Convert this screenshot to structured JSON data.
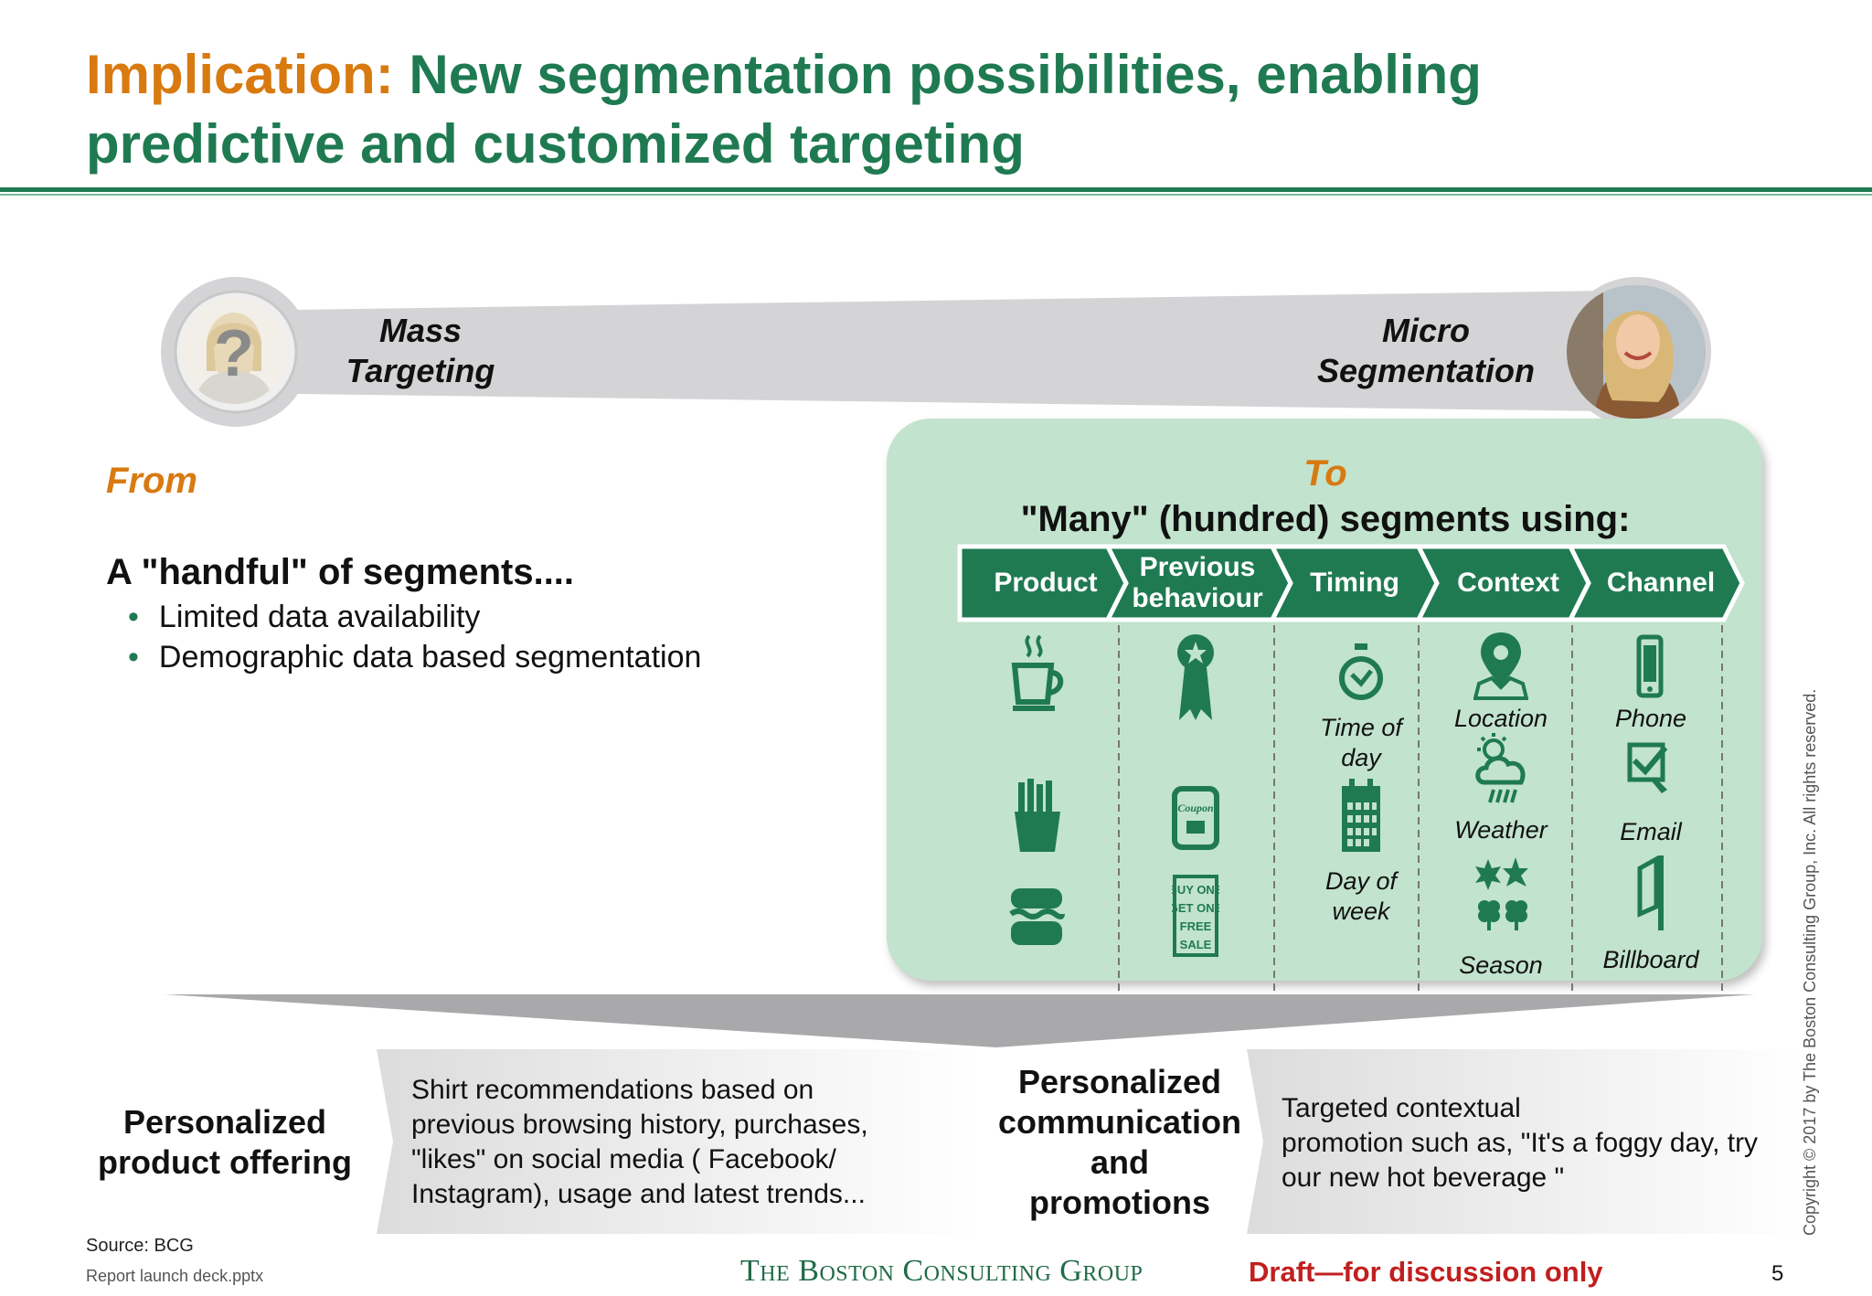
{
  "title": {
    "prefix": "Implication:",
    "line1": "New segmentation possibilities, enabling",
    "line2": "predictive and customized targeting"
  },
  "banner": {
    "left_label_1": "Mass",
    "left_label_2": "Targeting",
    "right_label_1": "Micro",
    "right_label_2": "Segmentation",
    "unknown_glyph": "?"
  },
  "from": {
    "label": "From",
    "heading": "A \"handful\" of segments....",
    "bullets": [
      "Limited data availability",
      "Demographic data based segmentation"
    ]
  },
  "to": {
    "label": "To",
    "heading": "\"Many\" (hundred) segments using:",
    "chevrons": [
      {
        "label_1": "Product",
        "label_2": ""
      },
      {
        "label_1": "Previous",
        "label_2": "behaviour"
      },
      {
        "label_1": "Timing",
        "label_2": ""
      },
      {
        "label_1": "Context",
        "label_2": ""
      },
      {
        "label_1": "Channel",
        "label_2": ""
      }
    ],
    "timing_icons": [
      {
        "icon": "clock-icon",
        "label_1": "Time of",
        "label_2": "day"
      },
      {
        "icon": "calendar-icon",
        "label_1": "Day of",
        "label_2": "week"
      }
    ],
    "context_icons": [
      {
        "icon": "location-pin-icon",
        "label": "Location"
      },
      {
        "icon": "weather-icon",
        "label": "Weather"
      },
      {
        "icon": "season-leaves-icon",
        "label": "Season"
      }
    ],
    "channel_icons": [
      {
        "icon": "phone-icon",
        "label": "Phone"
      },
      {
        "icon": "email-icon",
        "label": "Email"
      },
      {
        "icon": "billboard-icon",
        "label": "Billboard"
      }
    ],
    "product_icons": [
      "coffee-cup-icon",
      "fries-icon",
      "sandwich-icon"
    ],
    "behaviour_icons": [
      "award-ribbon-icon",
      "coupon-icon",
      "bogo-sale-icon"
    ],
    "coupon_text": "Coupon",
    "bogo_lines": [
      "BUY ONE",
      "GET ONE",
      "FREE",
      "SALE"
    ]
  },
  "outcomes": {
    "left_heading_1": "Personalized",
    "left_heading_2": "product offering",
    "left_text": [
      "Shirt recommendations based on",
      "previous browsing history, purchases,",
      "\"likes\" on social media ( Facebook/",
      "Instagram), usage and latest trends..."
    ],
    "right_heading": [
      "Personalized",
      "communication",
      "and",
      "promotions"
    ],
    "right_text": [
      "Targeted contextual",
      "promotion such as, \"It's a foggy day, try",
      "our new hot beverage \""
    ]
  },
  "footer": {
    "source": "Source: BCG",
    "file": "Report launch deck.pptx",
    "logo": "The Boston Consulting Group",
    "draft": "Draft—for discussion only",
    "page": "5",
    "copyright": "Copyright © 2017 by The Boston Consulting Group, Inc. All rights reserved."
  },
  "colors": {
    "green": "#1f7a52",
    "orange": "#d87a10",
    "panel": "#c2e3cd",
    "draft_red": "#c11f1f"
  }
}
